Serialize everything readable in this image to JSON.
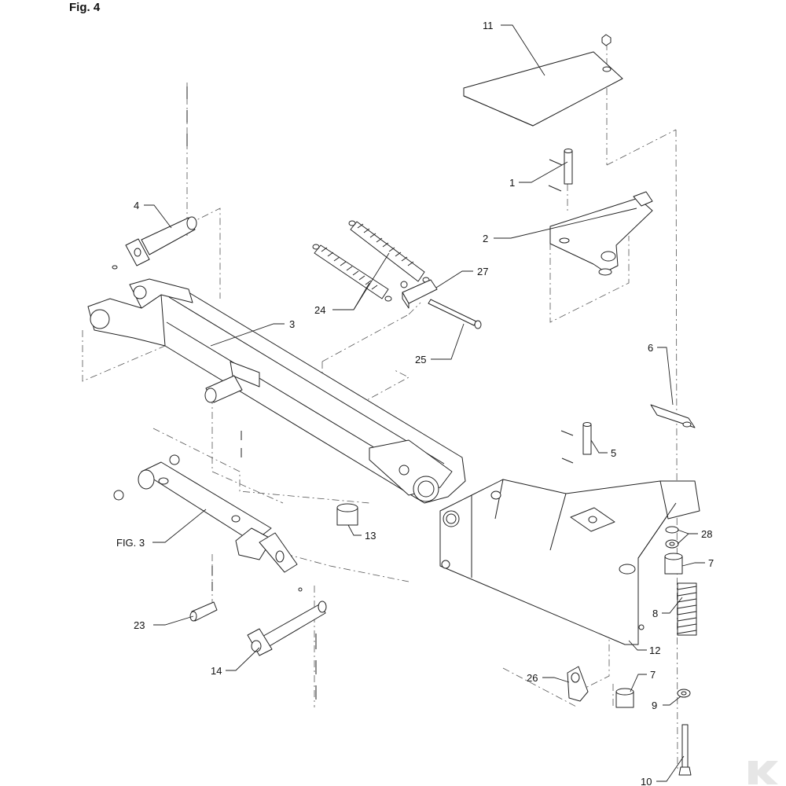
{
  "figure": {
    "title": "Fig. 4"
  },
  "callouts": [
    {
      "id": "c11",
      "text": "11"
    },
    {
      "id": "c1",
      "text": "1"
    },
    {
      "id": "c2",
      "text": "2"
    },
    {
      "id": "c4",
      "text": "4"
    },
    {
      "id": "c27",
      "text": "27"
    },
    {
      "id": "c24",
      "text": "24"
    },
    {
      "id": "c3",
      "text": "3"
    },
    {
      "id": "c25",
      "text": "25"
    },
    {
      "id": "c6",
      "text": "6"
    },
    {
      "id": "c5",
      "text": "5"
    },
    {
      "id": "c28",
      "text": "28"
    },
    {
      "id": "c7a",
      "text": "7"
    },
    {
      "id": "cfig3",
      "text": "FIG. 3"
    },
    {
      "id": "c13",
      "text": "13"
    },
    {
      "id": "c8",
      "text": "8"
    },
    {
      "id": "c23",
      "text": "23"
    },
    {
      "id": "c12",
      "text": "12"
    },
    {
      "id": "c14",
      "text": "14"
    },
    {
      "id": "c26",
      "text": "26"
    },
    {
      "id": "c7b",
      "text": "7"
    },
    {
      "id": "c9",
      "text": "9"
    },
    {
      "id": "c10",
      "text": "10"
    }
  ]
}
